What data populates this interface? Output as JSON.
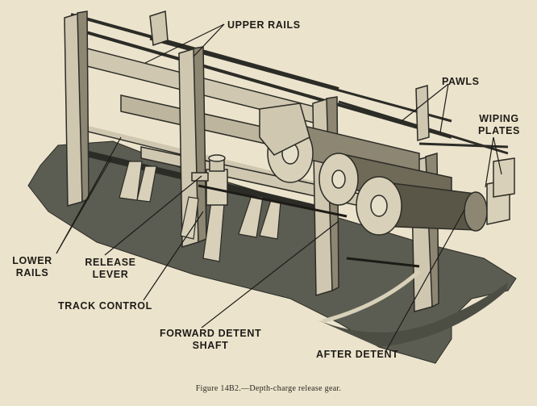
{
  "labels": {
    "upper_rails": "UPPER RAILS",
    "pawls": "PAWLS",
    "wiping_plates_1": "WIPING",
    "wiping_plates_2": "PLATES",
    "lower_rails_1": "LOWER",
    "lower_rails_2": "RAILS",
    "release_lever_1": "RELEASE",
    "release_lever_2": "LEVER",
    "track_control": "TRACK CONTROL",
    "forward_detent_1": "FORWARD DETENT",
    "forward_detent_2": "SHAFT",
    "after_detent": "AFTER DETENT"
  },
  "caption": "Figure 14B2.—Depth-charge release gear.",
  "colors": {
    "paper": "#ece3cc",
    "deck": "#5b5d52",
    "metal_light": "#cfc7b0",
    "metal_dark": "#2c2c27",
    "ink": "#1d1b17"
  }
}
